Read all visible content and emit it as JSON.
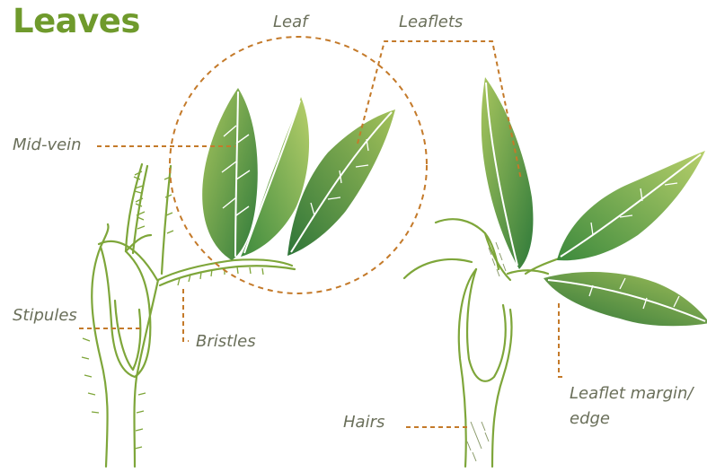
{
  "title": "Leaves",
  "labels": {
    "leaf": "Leaf",
    "leaflets": "Leaflets",
    "mid_vein": "Mid-vein",
    "stipules": "Stipules",
    "bristles": "Bristles",
    "hairs": "Hairs",
    "leaflet_margin_line1": "Leaflet margin/",
    "leaflet_margin_line2": "edge"
  },
  "colors": {
    "title": "#6f9a2c",
    "stem_outline": "#7ea63a",
    "leader_line": "#c47a2a",
    "leaf_dark": "#2f7a3a",
    "leaf_light": "#a6c25a",
    "label_text": "#6a6f5a"
  }
}
